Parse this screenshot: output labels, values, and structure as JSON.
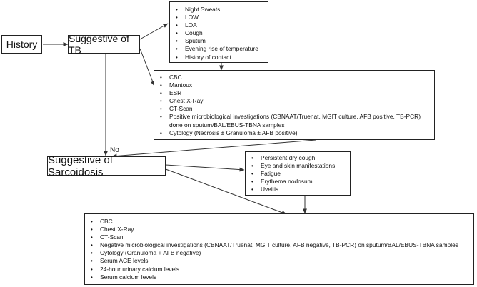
{
  "nodes": {
    "history": "History",
    "tb": "Suggestive of TB",
    "sarcoidosis": "Suggestive of Sarcoidosis"
  },
  "edge_labels": {
    "no": "No"
  },
  "tb_symptoms": [
    "Night Sweats",
    "LOW",
    "LOA",
    "Cough",
    "Sputum",
    "Evening rise of temperature",
    "History of contact"
  ],
  "tb_investigations": [
    "CBC",
    "Mantoux",
    "ESR",
    "Chest X-Ray",
    "CT-Scan",
    "Positive microbiological investigations (CBNAAT/Truenat, MGIT culture, AFB positive, TB-PCR) done on sputum/BAL/EBUS-TBNA samples",
    "Cytology (Necrosis ± Granuloma ± AFB positive)"
  ],
  "sarcoidosis_symptoms": [
    "Persistent dry cough",
    "Eye and skin manifestations",
    "Fatigue",
    "Erythema nodosum",
    "Uveitis"
  ],
  "sarcoidosis_investigations": [
    "CBC",
    "Chest X-Ray",
    "CT-Scan",
    "Negative microbiological investigations (CBNAAT/Truenat, MGIT culture, AFB negative, TB-PCR) on sputum/BAL/EBUS-TBNA samples",
    "Cytology (Granuloma + AFB negative)",
    "Serum ACE levels",
    "24-hour urinary calcium levels",
    "Serum calcium levels"
  ]
}
